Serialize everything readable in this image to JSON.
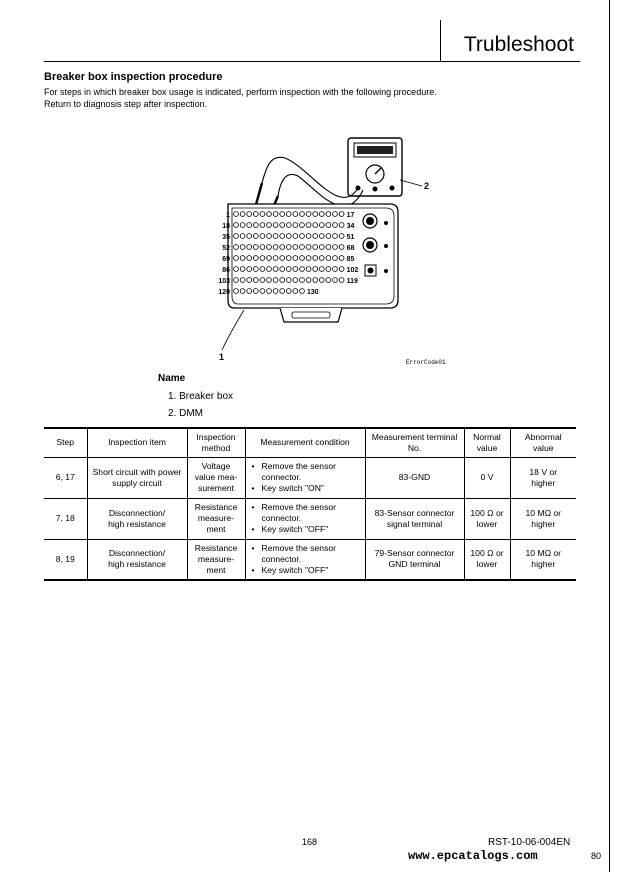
{
  "header": {
    "title": "Trubleshoot"
  },
  "section": {
    "title": "Breaker box inspection procedure",
    "intro_line1": "For steps in which breaker box usage is indicated, perform inspection with the following procedure.",
    "intro_line2": "Return to diagnosis step after inspection."
  },
  "figure": {
    "callout_1": "1",
    "callout_2": "2",
    "caption": "ErrorCode01",
    "row_labels_left": [
      "1",
      "18",
      "35",
      "52",
      "69",
      "86",
      "103",
      "120"
    ],
    "row_labels_right": [
      "17",
      "34",
      "51",
      "68",
      "85",
      "102",
      "119",
      "130"
    ]
  },
  "names": {
    "title": "Name",
    "items": [
      "1.  Breaker box",
      "2.  DMM"
    ]
  },
  "table": {
    "headers": [
      "Step",
      "Inspection item",
      "Inspection method",
      "Measurement condition",
      "Measurement terminal No.",
      "Normal value",
      "Abnormal value"
    ],
    "header_lines": [
      [
        "Step"
      ],
      [
        "Inspection item"
      ],
      [
        "Inspection",
        "method"
      ],
      [
        "Measurement condition"
      ],
      [
        "Measurement terminal",
        "No."
      ],
      [
        "Normal",
        "value"
      ],
      [
        "Abnormal",
        "value"
      ]
    ],
    "rows": [
      {
        "step": "6, 17",
        "item": [
          "Short circuit with power",
          "supply circuit"
        ],
        "method": [
          "Voltage",
          "value mea-",
          "surement"
        ],
        "conditions": [
          [
            "Remove the sensor",
            "connector."
          ],
          [
            "Key switch \"ON\""
          ]
        ],
        "terminal": [
          "83-GND"
        ],
        "normal": [
          "0 V"
        ],
        "abnormal": [
          "18 V or",
          "higher"
        ]
      },
      {
        "step": "7, 18",
        "item": [
          "Disconnection/",
          "high resistance"
        ],
        "method": [
          "Resistance",
          "measure-",
          "ment"
        ],
        "conditions": [
          [
            "Remove the sensor",
            "connector."
          ],
          [
            "Key switch \"OFF\""
          ]
        ],
        "terminal": [
          "83-Sensor connector",
          "signal terminal"
        ],
        "normal": [
          "100 Ω or",
          "lower"
        ],
        "abnormal": [
          "10 MΩ or",
          "higher"
        ]
      },
      {
        "step": "8, 19",
        "item": [
          "Disconnection/",
          "high resistance"
        ],
        "method": [
          "Resistance",
          "measure-",
          "ment"
        ],
        "conditions": [
          [
            "Remove the sensor",
            "connector."
          ],
          [
            "Key switch \"OFF\""
          ]
        ],
        "terminal": [
          "79-Sensor connector",
          "GND terminal"
        ],
        "normal": [
          "100 Ω or",
          "lower"
        ],
        "abnormal": [
          "10 MΩ or",
          "higher"
        ]
      }
    ]
  },
  "footer": {
    "page_number": "168",
    "doc_code": "RST-10-06-004EN",
    "watermark": "www.epcatalogs.com",
    "side_number": "80"
  }
}
